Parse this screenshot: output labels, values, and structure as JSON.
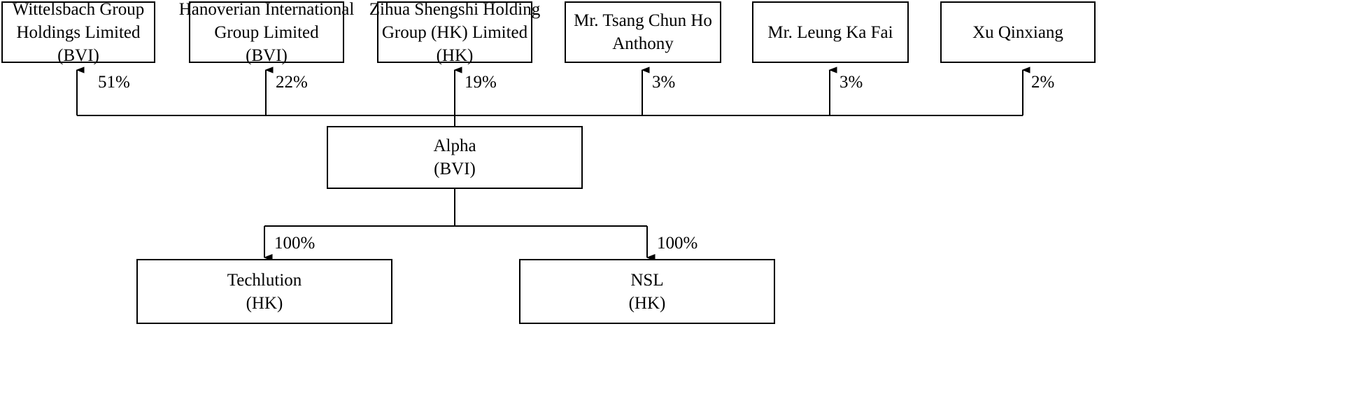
{
  "diagram": {
    "title": "Shareholding Structure Chart",
    "stroke_color": "#000000",
    "background_color": "#ffffff",
    "shareholders": [
      {
        "id": "wittelsbach",
        "lines": [
          "Wittelsbach Group",
          "Holdings Limited",
          "(BVI)"
        ],
        "percent": "51%"
      },
      {
        "id": "hanoverian",
        "lines": [
          "Hanoverian International",
          "Group Limited",
          "(BVI)"
        ],
        "percent": "22%"
      },
      {
        "id": "zihua",
        "lines": [
          "Zihua Shengshi Holding",
          "Group (HK) Limited",
          "(HK)"
        ],
        "percent": "19%"
      },
      {
        "id": "tsang",
        "lines": [
          "Mr. Tsang Chun Ho",
          "Anthony"
        ],
        "percent": "3%"
      },
      {
        "id": "leung",
        "lines": [
          "Mr. Leung Ka Fai"
        ],
        "percent": "3%"
      },
      {
        "id": "xu",
        "lines": [
          "Xu Qinxiang"
        ],
        "percent": "2%"
      }
    ],
    "holding": {
      "id": "alpha",
      "lines": [
        "Alpha",
        "(BVI)"
      ]
    },
    "subsidiaries": [
      {
        "id": "techlution",
        "lines": [
          "Techlution",
          "(HK)"
        ],
        "percent": "100%"
      },
      {
        "id": "nsl",
        "lines": [
          "NSL",
          "(HK)"
        ],
        "percent": "100%"
      }
    ]
  }
}
